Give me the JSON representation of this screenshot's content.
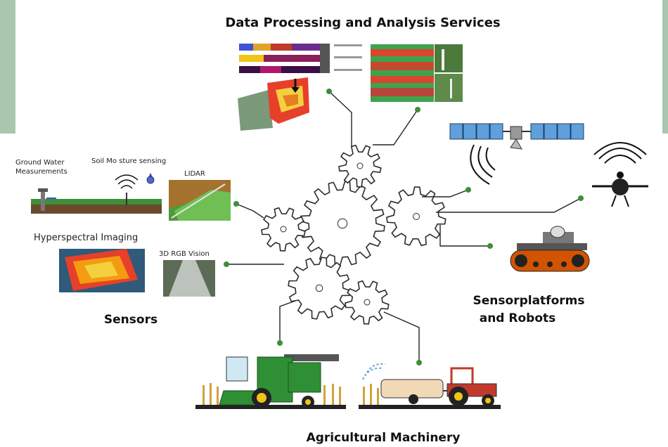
{
  "colors": {
    "background_band": "#a9c7ad",
    "panel": "#ffffff",
    "gear_stroke": "#2b2b2b",
    "connector_node": "#3e8e3a",
    "tractor_red": "#c0392b",
    "combine_green": "#2f8f34",
    "robot_orange": "#d35400",
    "solar_blue": "#5fa0dc"
  },
  "headings": {
    "data_processing": "Data Processing and Analysis Services",
    "sensors": "Sensors",
    "sensorplatforms_line1": "Sensorplatforms",
    "sensorplatforms_line2": "and Robots",
    "machinery": "Agricultural Machinery"
  },
  "sensor_labels": {
    "ground_water_line1": "Ground Water",
    "ground_water_line2": "Measurements",
    "soil_moisture": "Soil Mo sture sensing",
    "lidar": "LIDAR",
    "hyperspectral": "Hyperspectral Imaging",
    "rgb_vision": "3D RGB Vision"
  },
  "icons": [
    "gear-icon",
    "satellite-icon",
    "drone-icon",
    "robot-icon",
    "combine-harvester-icon",
    "tractor-icon",
    "water-drop-icon",
    "signal-waves-icon"
  ]
}
